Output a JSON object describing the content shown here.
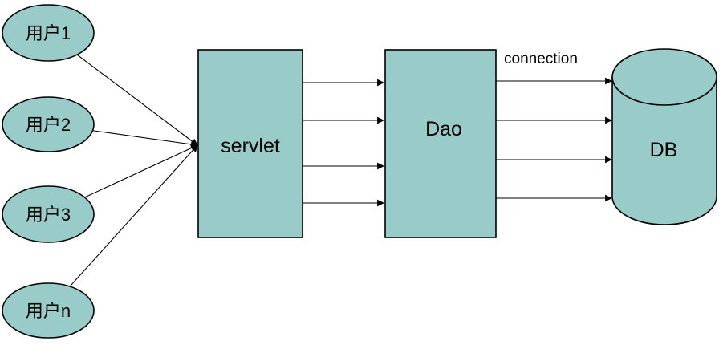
{
  "diagram": {
    "colors": {
      "bg": "#ffffff",
      "node-fill": "#99cbc9",
      "node-stroke": "#000000",
      "text-color": "#000000"
    },
    "users": [
      {
        "label": "用户1"
      },
      {
        "label": "用户2"
      },
      {
        "label": "用户3"
      },
      {
        "label": "用户n"
      }
    ],
    "nodes": {
      "servlet": "servlet",
      "dao": "Dao",
      "db": "DB"
    },
    "edge_label": "connection"
  }
}
